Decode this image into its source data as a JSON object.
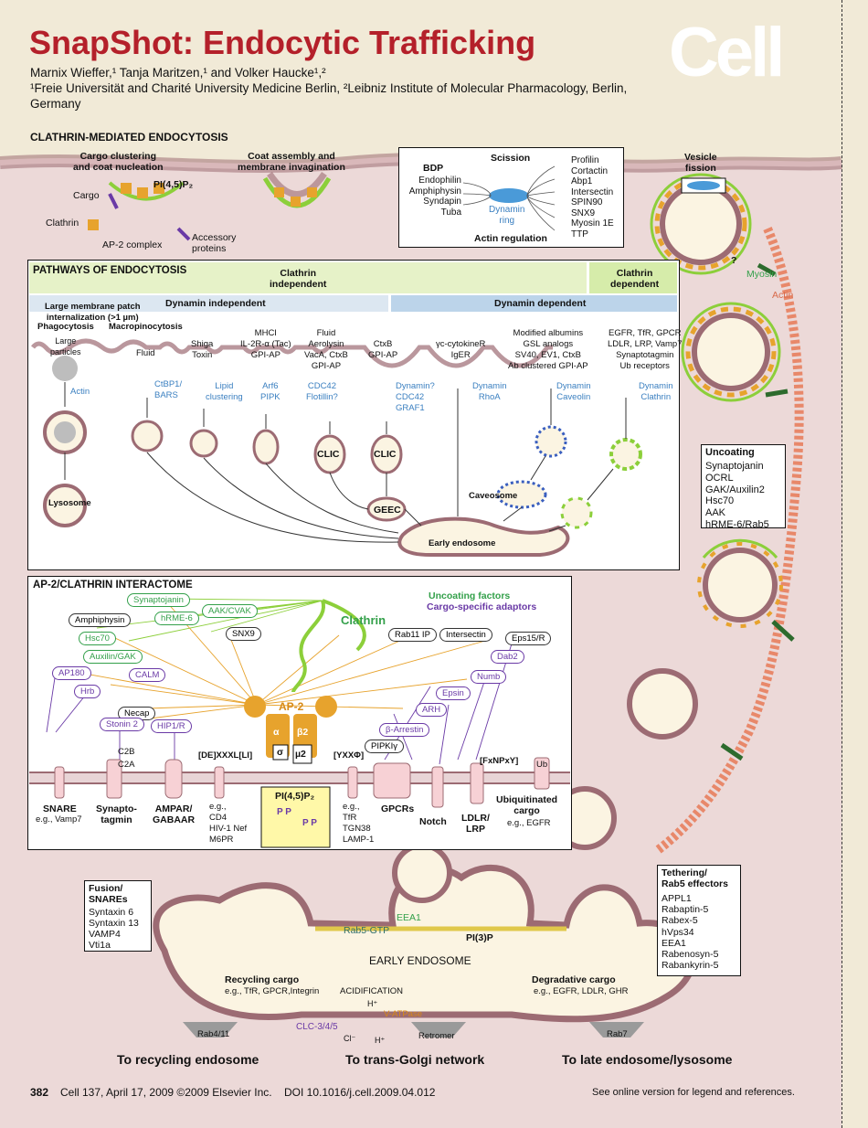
{
  "header": {
    "title": "SnapShot: Endocytic Trafficking",
    "authors": "Marnix Wieffer,¹ Tanja Maritzen,¹ and Volker Haucke¹,²",
    "affiliations": "¹Freie Universität and Charité University Medicine Berlin, ²Leibniz Institute of Molecular Pharmacology, Berlin, Germany",
    "logo": "Cell"
  },
  "cme": {
    "section_title": "CLATHRIN-MEDIATED ENDOCYTOSIS",
    "cargo_clustering": "Cargo clustering\nand coat nucleation",
    "coat_assembly": "Coat assembly and\nmembrane invagination",
    "pip2": "PI(4,5)P₂",
    "cargo": "Cargo",
    "clathrin": "Clathrin",
    "ap2": "AP-2 complex",
    "accessory": "Accessory\nproteins",
    "vesicle_fission": "Vesicle\nfission",
    "myosin": "Myosin",
    "actin": "Actin",
    "question": "?",
    "scission_box": {
      "bdp_title": "BDP",
      "bdp_items": [
        "Endophilin",
        "Amphiphysin",
        "Syndapin",
        "Tuba"
      ],
      "scission": "Scission",
      "ring": "Dynamin\nring",
      "actin_regulation": "Actin regulation",
      "right_items": [
        "Profilin",
        "Cortactin",
        "Abp1",
        "Intersectin",
        "SPIN90",
        "SNX9",
        "Myosin 1E",
        "TTP"
      ]
    }
  },
  "pathways": {
    "section_title": "PATHWAYS OF ENDOCYTOSIS",
    "clathrin_independent": "Clathrin\nindependent",
    "clathrin_dependent": "Clathrin\ndependent",
    "dynamin_independent": "Dynamin independent",
    "dynamin_dependent": "Dynamin dependent",
    "large_patch": "Large membrane patch\ninternalization (>1 µm)",
    "phagocytosis": "Phagocytosis",
    "macropinocytosis": "Macropinocytosis",
    "large_particles": "Large\nparticles",
    "actin": "Actin",
    "lysosome": "Lysosome",
    "fluid": "Fluid",
    "ctbp1": "CtBP1/\nBARS",
    "shiga": "Shiga\nToxin",
    "lipid": "Lipid\nclustering",
    "mhci": "MHCI\nIL-2R-α (Tac)\nGPI-AP",
    "arf6": "Arf6\nPIPK",
    "fluid_aero": "Fluid\nAerolysin\nVacA, CtxB\nGPI-AP",
    "cdc42": "CDC42\nFlotillin?",
    "ctxb": "CtxB\nGPI-AP",
    "clic1": "CLIC",
    "clic2": "CLIC",
    "geec": "GEEC",
    "dynamin_q": "Dynamin?\nCDC42\nGRAF1",
    "gamma": "γc-cytokineR\nIgER",
    "dyn_rhoa": "Dynamin\nRhoA",
    "modified": "Modified albumins\nGSL analogs\nSV40, EV1, CtxB\nAb clustered GPI-AP",
    "dyn_cav": "Dynamin\nCaveolin",
    "egfr": "EGFR, TfR, GPCR\nLDLR, LRP, Vamp7\nSynaptotagmin\nUb receptors",
    "dyn_clathrin": "Dynamin\nClathrin",
    "caveosome": "Caveosome",
    "early_endosome": "Early endosome"
  },
  "uncoating": {
    "title": "Uncoating",
    "items": [
      "Synaptojanin",
      "OCRL",
      "GAK/Auxilin2",
      "Hsc70",
      "AAK",
      "hRME-6/Rab5"
    ]
  },
  "interactome": {
    "section_title": "AP-2/CLATHRIN INTERACTOME",
    "legend_uncoating": "Uncoating factors",
    "legend_adaptors": "Cargo-specific adaptors",
    "clathrin": "Clathrin",
    "ap2": "AP-2",
    "alpha": "α",
    "beta2": "β2",
    "sigma": "σ",
    "mu2": "µ2",
    "motif1": "[DE]XXXL[LI]",
    "motif2": "[YXXΦ]",
    "motif3": "[FxNPxY]",
    "nodes": {
      "synaptojanin": "Synaptojanin",
      "amphiphysin": "Amphiphysin",
      "hrme6": "hRME-6",
      "aak": "AAK/CVAK",
      "hsc70": "Hsc70",
      "snx9": "SNX9",
      "rab11": "Rab11 IP",
      "intersectin": "Intersectin",
      "eps15": "Eps15/R",
      "auxilin": "Auxilin/GAK",
      "dab2": "Dab2",
      "ap180": "AP180",
      "calm": "CALM",
      "numb": "Numb",
      "epsin": "Epsin",
      "hrb": "Hrb",
      "necap": "Necap",
      "arh": "ARH",
      "stonin": "Stonin 2",
      "hip1": "HIP1/R",
      "arrestin": "β-Arrestin",
      "pipki": "PIPKIγ",
      "c2b": "C2B",
      "c2a": "C2A",
      "ub": "Ub"
    },
    "cargo": {
      "snare": "SNARE",
      "snare_eg": "e.g., Vamp7",
      "synapto": "Synapto-\ntagmin",
      "ampar": "AMPAR/\nGABAAR",
      "cd4": "e.g.,\nCD4\nHIV-1 Nef\nM6PR",
      "pip2": "PI(4,5)P₂",
      "tfr": "e.g.,\nTfR\nTGN38\nLAMP-1",
      "gpcrs": "GPCRs",
      "notch": "Notch",
      "ldlr": "LDLR/\nLRP",
      "ubcargo": "Ubiquitinated\ncargo",
      "ubcargo_eg": "e.g., EGFR"
    }
  },
  "early_endosome": {
    "title": "EARLY ENDOSOME",
    "eea1": "EEA1",
    "rab5gtp": "Rab5-GTP",
    "pi3p": "PI(3)P",
    "recycling": "Recycling cargo",
    "recycling_eg": "e.g., TfR, GPCR,Integrin",
    "degradative": "Degradative cargo",
    "degradative_eg": "e.g., EGFR, LDLR, GHR",
    "acidification": "ACIDIFICATION",
    "hplus1": "H⁺",
    "hplus2": "H⁺",
    "cl": "Cl⁻",
    "vatpase": "V-ATPase",
    "clc": "CLC-3/4/5",
    "rab411": "Rab4/11",
    "retromer": "Retromer",
    "rab7": "Rab7",
    "to_recycling": "To recycling endosome",
    "to_tgn": "To trans-Golgi network",
    "to_late": "To late endosome/lysosome"
  },
  "fusion": {
    "title": "Fusion/\nSNAREs",
    "items": [
      "Syntaxin 6",
      "Syntaxin 13",
      "VAMP4",
      "Vti1a"
    ]
  },
  "tethering": {
    "title": "Tethering/\nRab5 effectors",
    "items": [
      "APPL1",
      "Rabaptin-5",
      "Rabex-5",
      "hVps34",
      "EEA1",
      "Rabenosyn-5",
      "Rabankyrin-5"
    ]
  },
  "footer": {
    "page": "382",
    "citation": "Cell 137, April 17, 2009 ©2009 Elsevier Inc.    DOI 10.1016/j.cell.2009.04.012",
    "online": "See online version for legend and references."
  },
  "colors": {
    "title_red": "#b4202a",
    "background": "#f1ead7",
    "cell_pink": "#ecd9d8",
    "membrane": "#9c6b73",
    "clathrin_green": "#8ccf3a",
    "ap2_orange": "#e7a32d",
    "dynamin_blue": "#4a9ad8",
    "actin_salmon": "#e8886a"
  }
}
